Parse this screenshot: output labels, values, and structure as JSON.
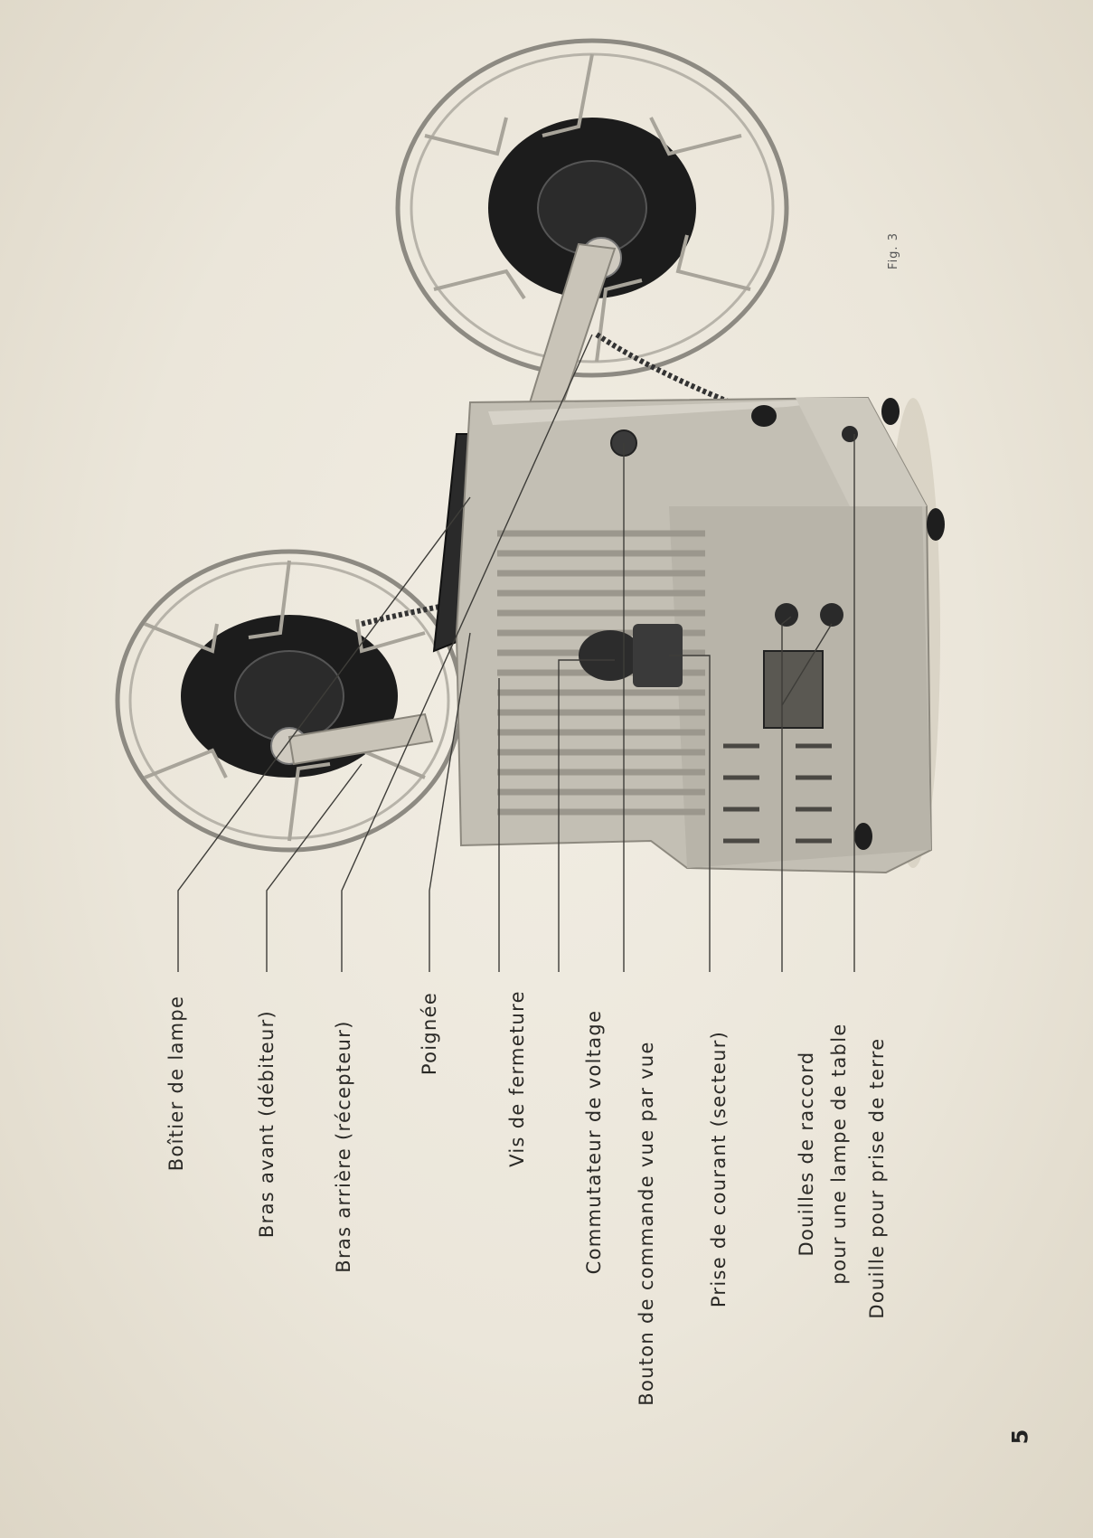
{
  "figure_label": "Fig. 3",
  "page_number": "5",
  "callouts": [
    {
      "id": "boitier-lampe",
      "text": "Boîtier  de  lampe"
    },
    {
      "id": "bras-avant",
      "text": "Bras  avant  (débiteur)"
    },
    {
      "id": "bras-arriere",
      "text": "Bras  arrière  (récepteur)"
    },
    {
      "id": "poignee",
      "text": "Poignée"
    },
    {
      "id": "vis-fermeture",
      "text": "Vis  de  fermeture"
    },
    {
      "id": "commutateur-voltage",
      "text": "Commutateur  de  voltage"
    },
    {
      "id": "bouton-commande",
      "text": "Bouton  de  commande  vue  par  vue"
    },
    {
      "id": "prise-courant",
      "text": "Prise  de  courant  (secteur)"
    },
    {
      "id": "douilles-raccord",
      "line1": "Douilles  de  raccord",
      "line2": "pour  une  lampe  de  table"
    },
    {
      "id": "douille-terre",
      "text": "Douille  pour  prise  de  terre"
    }
  ]
}
